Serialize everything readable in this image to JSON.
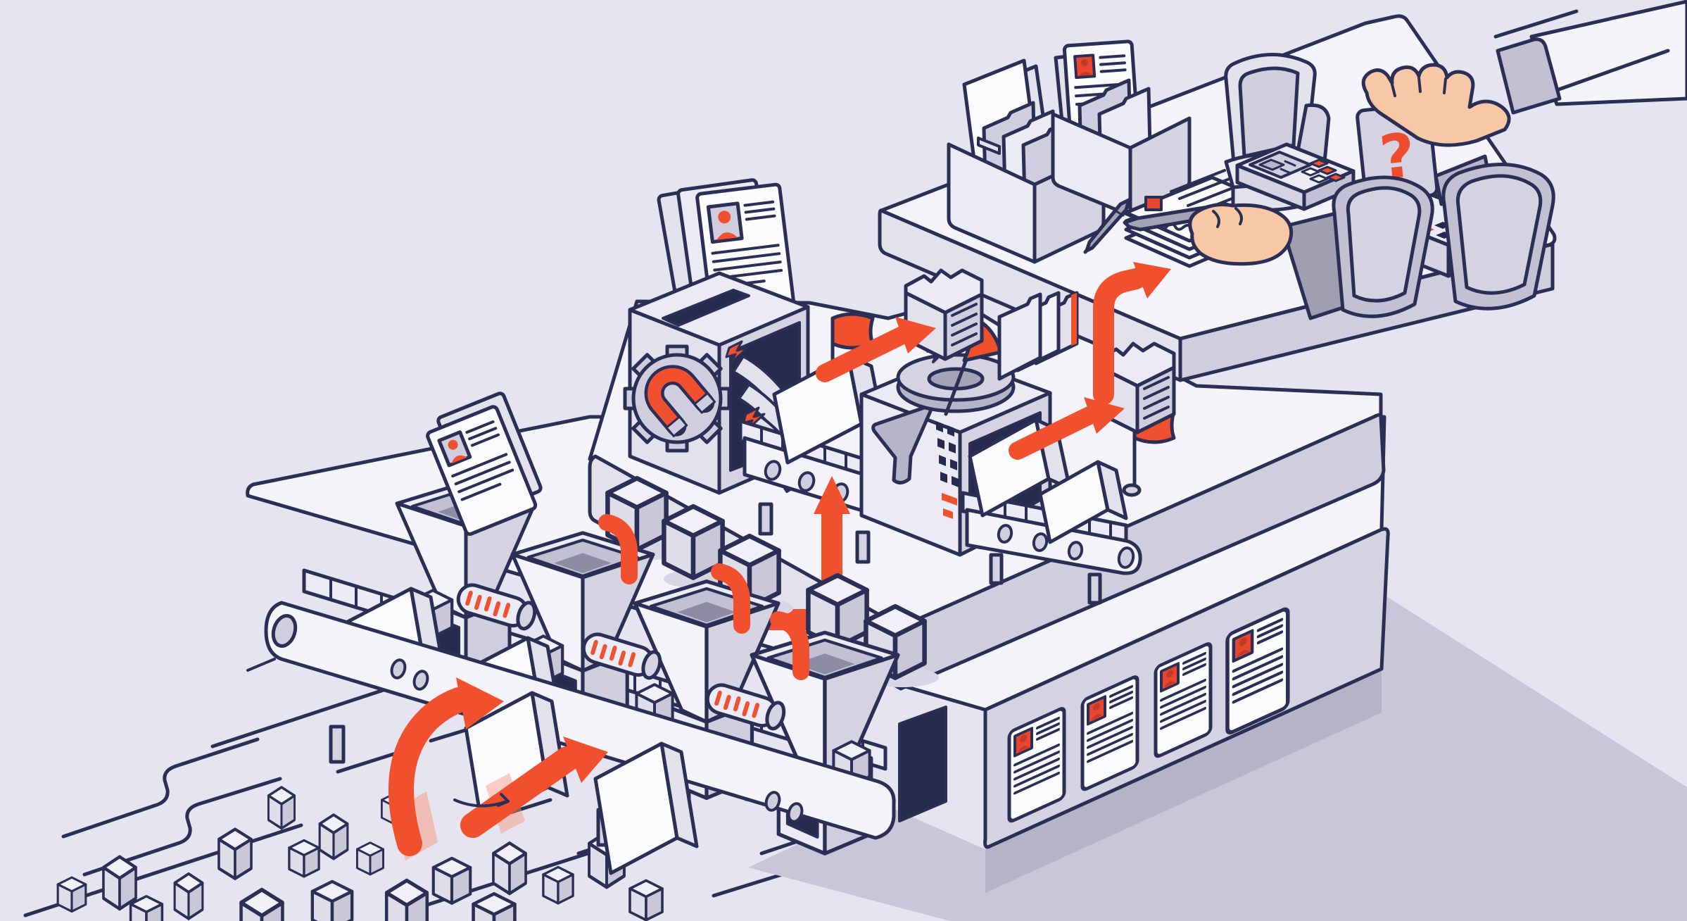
{
  "scene": {
    "style": "isometric flat illustration of a candidate screening factory pipeline",
    "question_card": {
      "glyph": "?"
    },
    "palette": {
      "background": "#e6e4f0",
      "outline": "#2b2e55",
      "surface_light": "#f4f3f9",
      "surface_mid": "#e3e1ec",
      "surface_dark": "#cfcdde",
      "ground_shadow": "#c9c6d9",
      "accent_orange": "#f1502e",
      "accent_red": "#e8462e",
      "skin_tone": "#f8c7a6"
    },
    "components": [
      "road-with-candidate-cubes",
      "curved-intake-arrow",
      "straight-intake-arrow",
      "hopper-machine x4",
      "resume-sheet-into-hopper",
      "resume-panels-on-platform-side x4",
      "magnet-gear-machine",
      "resume-stack-on-machine",
      "conveyor-belts",
      "lens-scanner-machine",
      "funnel-icon",
      "red-flag x2",
      "red-pennant",
      "lightning-bolt",
      "folder-box-icon x2",
      "folder-stack-icon",
      "flow-arrows",
      "elbow-arrows",
      "desk-tier",
      "file-box-with-folders x2",
      "paper-stack-with-signature",
      "signing-hand-with-pen",
      "desk-pen",
      "armchair",
      "calculator-device",
      "card-reader-with-orange-keys",
      "question-card",
      "reaching-hand-with-sleeve",
      "office-chair x2"
    ]
  }
}
